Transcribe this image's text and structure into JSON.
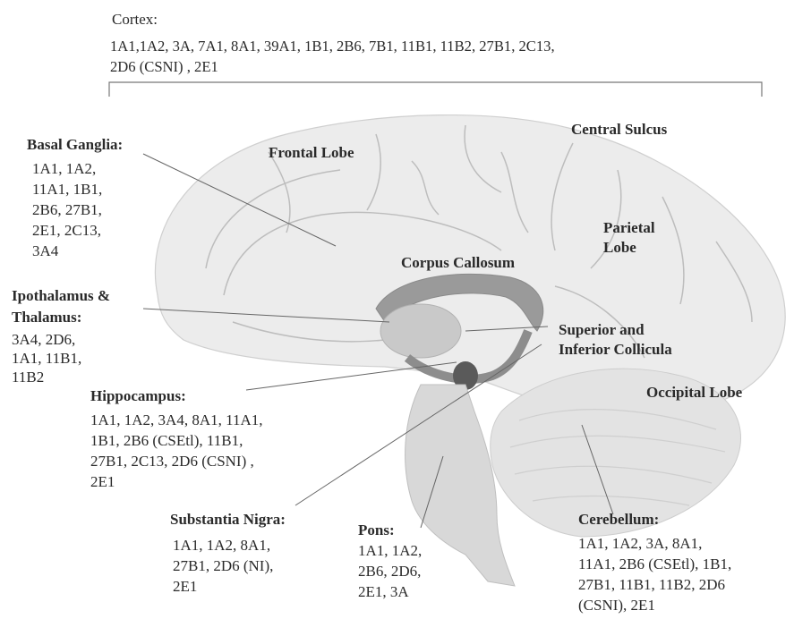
{
  "cortex": {
    "title": "Cortex:",
    "genes_line1": "1A1,1A2, 3A, 7A1, 8A1,  39A1, 1B1, 2B6, 7B1, 11B1, 11B2, 27B1, 2C13,",
    "genes_line2": "2D6 (CSNI) , 2E1"
  },
  "regions": {
    "frontal_lobe": "Frontal Lobe",
    "central_sulcus": "Central Sulcus",
    "parietal_lobe": "Parietal\nLobe",
    "corpus_callosum": "Corpus Callosum",
    "colliculi": "Superior and\nInferior Collicula",
    "occipital_lobe": "Occipital Lobe"
  },
  "basal_ganglia": {
    "title": "Basal Ganglia:",
    "genes": "1A1, 1A2,\n11A1, 1B1,\n2B6, 27B1,\n2E1, 2C13,\n3A4"
  },
  "thalamus": {
    "title": "Ipothalamus &\nThalamus:",
    "genes": "3A4, 2D6,\n1A1, 11B1,\n11B2"
  },
  "hippocampus": {
    "title": "Hippocampus:",
    "genes": "1A1, 1A2, 3A4, 8A1, 11A1,\n1B1, 2B6 (CSEtl), 11B1,\n27B1, 2C13,  2D6 (CSNI) ,\n2E1"
  },
  "substantia_nigra": {
    "title": "Substantia Nigra:",
    "genes": "1A1, 1A2, 8A1,\n27B1, 2D6 (NI),\n2E1"
  },
  "pons": {
    "title": "Pons:",
    "genes": "1A1, 1A2,\n2B6,  2D6,\n2E1, 3A"
  },
  "cerebellum": {
    "title": "Cerebellum:",
    "genes": "1A1, 1A2, 3A, 8A1,\n11A1, 2B6 (CSEtl), 1B1,\n27B1, 11B1, 11B2, 2D6\n(CSNI), 2E1"
  }
}
